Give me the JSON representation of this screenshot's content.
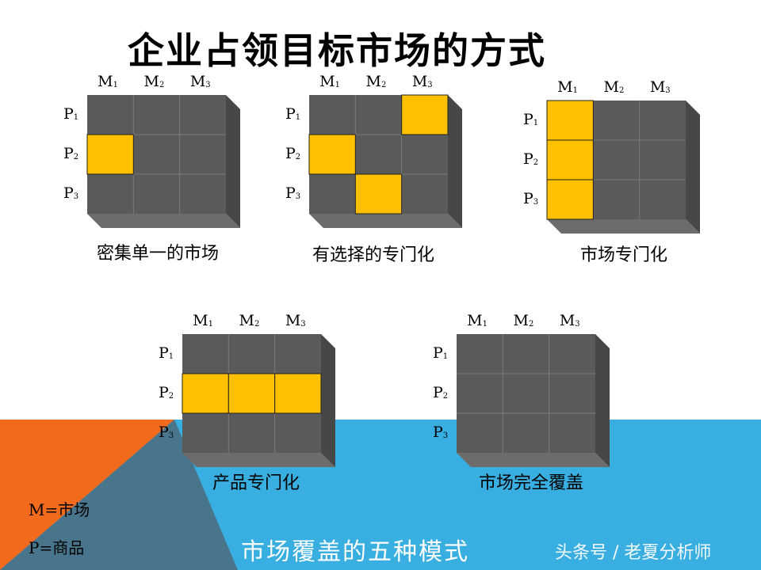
{
  "title": "企业占领目标市场的方式",
  "axis": {
    "m": [
      {
        "base": "M",
        "sub": "1"
      },
      {
        "base": "M",
        "sub": "2"
      },
      {
        "base": "M",
        "sub": "3"
      }
    ],
    "p": [
      {
        "base": "P",
        "sub": "1"
      },
      {
        "base": "P",
        "sub": "2"
      },
      {
        "base": "P",
        "sub": "3"
      }
    ]
  },
  "patterns": [
    {
      "caption": "密集单一的市场",
      "cells": [
        [
          1,
          0
        ]
      ]
    },
    {
      "caption": "有选择的专门化",
      "cells": [
        [
          0,
          2
        ],
        [
          1,
          0
        ],
        [
          2,
          1
        ]
      ]
    },
    {
      "caption": "市场专门化",
      "cells": [
        [
          0,
          0
        ],
        [
          1,
          0
        ],
        [
          2,
          0
        ]
      ]
    },
    {
      "caption": "产品专门化",
      "cells": [
        [
          1,
          0
        ],
        [
          1,
          1
        ],
        [
          1,
          2
        ]
      ]
    },
    {
      "caption": "市场完全覆盖",
      "cells": []
    }
  ],
  "legend": {
    "m": "M=市场",
    "p": "P=商品"
  },
  "footer": "市场覆盖的五种模式",
  "watermark": "头条号 / 老夏分析师",
  "colors": {
    "cell": "#5a5a5a",
    "cell_line": "#7a7a7a",
    "highlight": "#ffc000",
    "side": "#474747",
    "bottom": "#6c6c6c",
    "orange": "#f26b1d",
    "blue": "#39aee0",
    "dark": "#2b2b2b"
  }
}
